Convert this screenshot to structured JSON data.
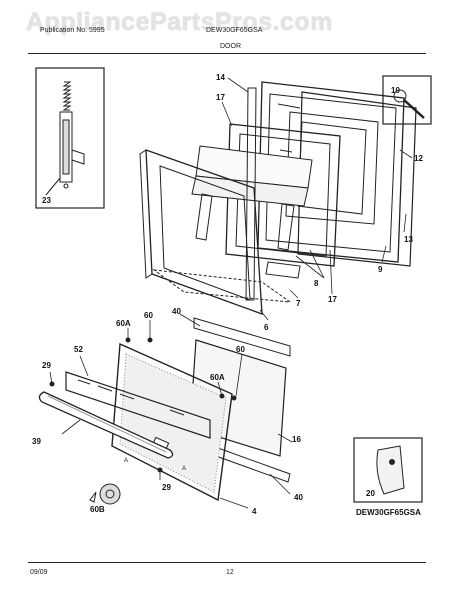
{
  "header": {
    "publication": "Publication No. 5995",
    "model_no": "DEW30GF65GSA",
    "section": "DOOR",
    "watermark": "AppliancePartsPros.com"
  },
  "callouts": {
    "p4": "4",
    "p6": "6",
    "p7": "7",
    "p8": "8",
    "p9": "9",
    "p10": "10",
    "p12": "12",
    "p13": "13",
    "p14": "14",
    "p16": "16",
    "p17a": "17",
    "p17b": "17",
    "p20": "20",
    "p23": "23",
    "p29a": "29",
    "p29b": "29",
    "p39": "39",
    "p40a": "40",
    "p40b": "40",
    "p52": "52",
    "p60a": "60",
    "p60b": "60",
    "p60Aa": "60A",
    "p60Ab": "60A",
    "p60B": "60B",
    "pointA1": "A",
    "pointA2": "A"
  },
  "model_caption": "DEW30GF65GSA",
  "footer": {
    "date": "09/09",
    "page": "12"
  }
}
